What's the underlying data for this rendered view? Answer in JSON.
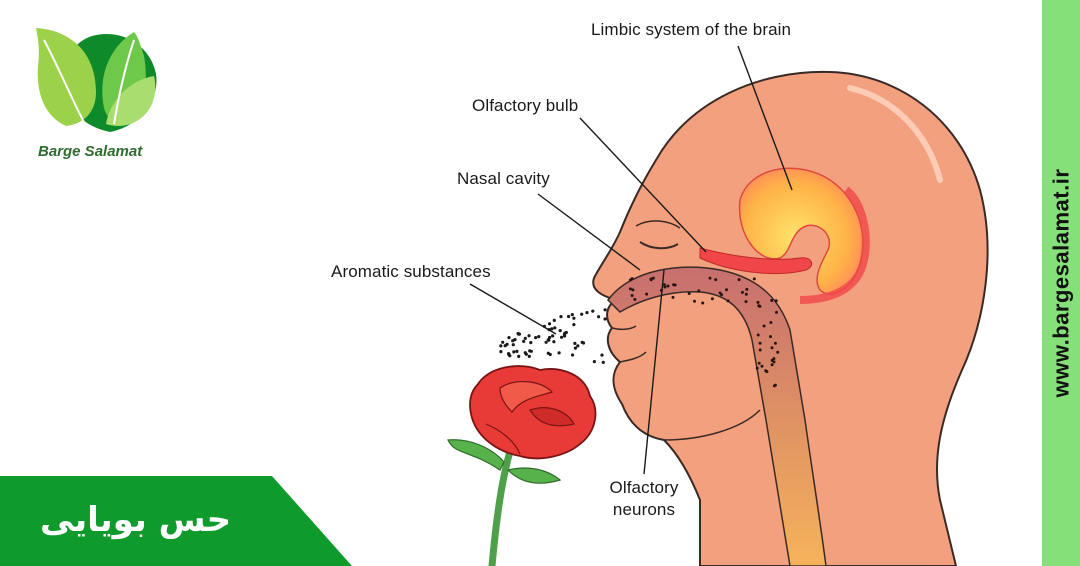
{
  "brand": {
    "logo_text": "Barge Salamat",
    "website": "www.bargesalamat.ir",
    "colors": {
      "green_dark": "#0f9a2c",
      "green_light": "#86e07a",
      "leaf": "#7cc94a"
    }
  },
  "title": "حس بویایی",
  "labels": {
    "limbic": "Limbic system of the brain",
    "bulb": "Olfactory bulb",
    "nasal": "Nasal cavity",
    "aromatic": "Aromatic substances",
    "neurons_line1": "Olfactory",
    "neurons_line2": "neurons"
  },
  "colors": {
    "skin": "#f2a07e",
    "skin_outline": "#3a2a26",
    "brain_yellow": "#ffd04a",
    "limbic_red": "#f0464a",
    "cavity": "#b8606a",
    "rose": "#e83a36",
    "stem": "#4fa04a"
  }
}
